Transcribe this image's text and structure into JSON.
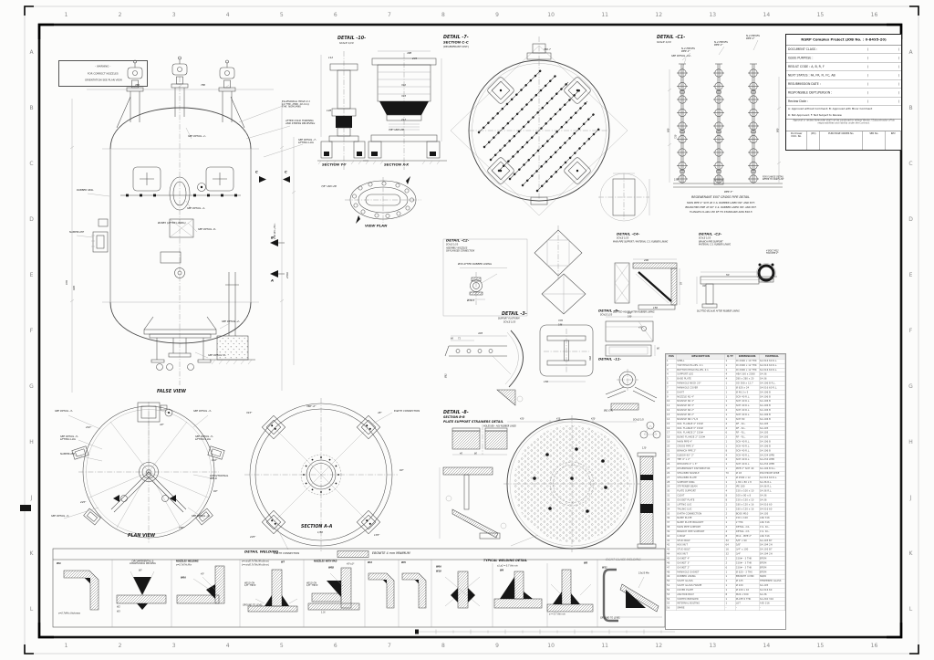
{
  "sheet": {
    "cols": [
      "1",
      "2",
      "3",
      "4",
      "5",
      "6",
      "7",
      "8",
      "9",
      "10",
      "11",
      "12",
      "13",
      "14",
      "15",
      "16"
    ],
    "rows": [
      "A",
      "B",
      "C",
      "D",
      "E",
      "F",
      "G",
      "H",
      "J",
      "K",
      "L"
    ]
  },
  "warning_box": {
    "l1": "- WARNING -",
    "l2": "FOR CORRECT NOZZLES",
    "l3": "ORIENTATION SEE PLAN VIEW"
  },
  "false_view": {
    "caption": "FALSE VIEW",
    "callouts": {
      "head_note": "ELLIPSOIDAL HEAD 2:1\n12 THK. (MIN. 10 mm)\nTHK. NOM./MIN.",
      "stress_note": "AFTER COLD FORMING\nAND STRESS RELIEVING",
      "lifting_lug": "SEE DETAIL -7-\nLIFTING LUG",
      "d1": "SEE DETAIL -1-",
      "d9": "SEE DETAIL -9-",
      "d4": "SEE DETAIL -4-",
      "d2": "SEE DETAIL -2-",
      "d8": "SEE DETAIL -8-",
      "manhole": "Ø2985 (AFTER LINING)",
      "rubber": "RUBBER SEAL",
      "nameplate": "NAMEPLATE",
      "dim_top1": "780",
      "dim_top2": "780",
      "dim_r1": "250 W.L./N.L.",
      "dim_r2": "2700",
      "dim_l1": "970",
      "dim_l2": "905",
      "sa": "A",
      "sb": "B",
      "sc1": "C",
      "sc2": "C"
    }
  },
  "plan_view": {
    "caption": "PLAN VIEW",
    "callouts": {
      "d3": "SEE DETAIL -3-",
      "d5": "SEE DETAIL -5-\nLIFTING LUG",
      "nameplate": "NAMEPLATE",
      "lw": "LONGITUDINAL\nWELD",
      "a210": "210°",
      "a225": "225°",
      "a150": "150°",
      "a110": "110°",
      "a90": "90°",
      "a40": "40°"
    }
  },
  "section_aa": {
    "caption": "SECTION A-A",
    "scale": "1/50",
    "earth": "EARTH CONNECTION",
    "angles": {
      "a0": "360°-0°",
      "a45": "45°",
      "a90": "90°",
      "a135": "135°",
      "a225": "225°",
      "a315": "315°"
    }
  },
  "detail_10": {
    "title": "DETAIL -10-",
    "scale": "SCALE 1/10",
    "sec_yy": "SECTION Y-Y",
    "sec_xx": "SECTION X-X",
    "view_plan": "VIEW PLAN",
    "unc": "7/8\" UNC-2B",
    "dims": {
      "d498": "498",
      "d245": "245",
      "d342": "342",
      "d343": "343",
      "d217": "217",
      "d112": "112",
      "d128": "128"
    }
  },
  "detail_7": {
    "title": "DETAIL -7-",
    "sub": "SECTION C-C",
    "sub2": "(REGENERANT DIST.)",
    "dim": "350.7"
  },
  "detail_c1": {
    "title": "DETAIL -C1-",
    "scale": "SCALE 1/10",
    "see_c2": "SEE DETAIL -C2-",
    "pieces": "N.4 PIECES\nPIPE 2\"",
    "pipe3": "PIPE 3\"",
    "flange_note": "FOR FLANGE DETAIL\nREFER TO PART LIST",
    "cap1": "REGENERANT EXIT CROSS PIPE DETAIL",
    "cap2": "MAIN PIPE 4\" SCH 40 C.S. RUBBER LINED INT. AND EXT.",
    "cap3": "BRANCHED PIPE AT 60° C.S. RUBBER LINED INT. AND EXT.",
    "cap4": "FLANGES CLASS 150 RF TO STANDARD ANSI B16.5",
    "dims": {
      "d900": "900",
      "d720": "720",
      "d800": "800",
      "d150": "150"
    }
  },
  "detail_c2": {
    "title": "DETAIL -C2-",
    "scale": "SCALE 1/10",
    "sub1": "ASSEMBLY NOZZLES",
    "sub2": "ON FLANGED CONNECTION",
    "note": "Ø30 AFTER RUBBER LINING",
    "dia": "Ø36.5"
  },
  "detail_c4": {
    "title": "DETAIL -C4-",
    "scale": "SCALE 1/10",
    "sub": "MAIN PIPE SUPPORT / MATERIAL C.S. RUBBER LINING",
    "note": "SLOTTED HOLES AFTER RUBBER LINING",
    "d200": "200",
    "d150": "150",
    "d55": "55"
  },
  "detail_c3": {
    "title": "DETAIL -C3-",
    "scale": "SCALE 1/10",
    "sub1": "BRANCH PIPE SUPPORT",
    "sub2": "MATERIAL C.S. RUBBER LINING",
    "bolt": "4 BOLT M12\nFOR PIPE 2\"",
    "d50": "50",
    "d30": "30",
    "note": "SLOTTED Ø13x30 AFTER RUBBER LINING"
  },
  "detail_3": {
    "title": "DETAIL -3-",
    "sub1": "SUPPORT PLATFORM",
    "sub2": "SCALE 1/10",
    "dims": {
      "d403": "403",
      "d66": "66",
      "d71": "71",
      "d370": "370",
      "d186": "186",
      "d302": "302",
      "d150": "150",
      "d62": "Ø62"
    }
  },
  "detail_6": {
    "title": "DETAIL -6-",
    "scale": "SCALE 1/10",
    "d200": "200",
    "d180": "180",
    "d60": "60",
    "a45": "45°"
  },
  "detail_11": {
    "title": "DETAIL -11-",
    "dim": "Ø62 (54)"
  },
  "detail_8": {
    "title": "DETAIL -8-",
    "sub1": "SECTION B-B",
    "sub2": "PLATE SUPPORT STRAINERS DETAIL",
    "note": "HOLES Ø8 - AISI RUBBER LINED",
    "scale5": "SCALE 1/5",
    "d420a": "420",
    "d415": "415",
    "d420b": "420",
    "d40": "40",
    "d60": "60",
    "d120": "120"
  },
  "welding": {
    "header": "DETAIL WELDING",
    "ebonite": "EBONITE 4 mm MINIMUM",
    "p1": {
      "w": "W1",
      "note": "a=0.7xMin.thickness"
    },
    "p2": {
      "title": "CIRCUMFERENTIAL &\nLONGITUDINAL WELDING",
      "w2": "W2",
      "w3": "W3",
      "angle": "60°"
    },
    "p3": {
      "title": "NOZZLES WELDING",
      "sub": "a=0.7xThk.Min",
      "w": "W6A",
      "angle": "45°"
    },
    "p4": {
      "na": "a=min(0.7xThk.Min;6mm)",
      "nb": "b=min(0.7xThk.Min;6mm)",
      "w": "W7",
      "weldon": "WELD ON\n1/8\" THICK",
      "ground": "GROUND TO LEVEL"
    },
    "p5": {
      "title": "NOZZLES WITH PAD",
      "w": "W6B",
      "angle": "45°±5°",
      "weldon": "WELD ON\n1/8\" THICK",
      "dim": "1.5t"
    },
    "p6": {
      "w": "W4"
    },
    "p7": {
      "w": "W5"
    },
    "p8": {
      "title": "TYPICAL WELDING DETAIL",
      "sub": "a1,a2 = 0.7 thk min",
      "wa": "W6A",
      "wb": "W10",
      "wc": "W9",
      "wd": "W8",
      "note": "a = 0.7 thk min"
    },
    "p9": {
      "title": "SIGHT GLASS WELDING",
      "w": "W11",
      "dim": "15x10 Min",
      "ground": "GROUND TO LEVEL"
    }
  },
  "title_block": {
    "project": "NSRP Complex Project (JOB No. : 0-8495-20)",
    "paren_l": "(",
    "paren_r": ")",
    "rows": [
      "DOCUMENT CLASS :",
      "ISSUE PURPOSE :",
      "RESULT CODE :   A, B, R, F",
      "NEXT STATUS :   FA, FR, FI, FC, AB",
      "RESUBMISSION DATE :",
      "RESPONSIBLE DEPT./PERSON :",
      "Review Date :"
    ],
    "note1": "A: Approved without Comment; B: Approved with Minor Comment",
    "note2": "R: Not Approved;  F: Not Subject to Review",
    "fine": "Approval or review hereunder shall not be construed to relieve Vendor / Subcontractor of his responsibilities and liability under the Contract.",
    "footer": [
      "Purchaser\nDOC. No.",
      "(PO)",
      "PURCHASE ORDER No.",
      "SER No.",
      "REV"
    ]
  },
  "parts_list": {
    "headers": [
      "POS",
      "DESCRIPTION",
      "Q.TY",
      "DIMENSIONS",
      "MATERIAL"
    ],
    "rows": [
      [
        "1",
        "SHELL",
        "1",
        "ID 2900 x 10 THK",
        "SA-516 60 R.L."
      ],
      [
        "2",
        "TOP HEAD ELLIPS. 2:1",
        "1",
        "ID 2900 x 12 THK",
        "SA-516 60 R.L."
      ],
      [
        "3",
        "BOTTOM HEAD ELLIPS. 2:1",
        "1",
        "ID 2900 x 12 THK",
        "SA-516 60 R.L."
      ],
      [
        "4",
        "SUPPORT LEG",
        "4",
        "HEA 160 x 2380",
        "SA-36"
      ],
      [
        "5",
        "BASE PLATE",
        "4",
        "280 x 280 x 20",
        "SA-36"
      ],
      [
        "6",
        "MANHOLE NECK 20\"",
        "1",
        "OD 508 x 12.7",
        "SA-106 B R.L."
      ],
      [
        "7",
        "MANHOLE COVER",
        "1",
        "Ø 620 x 24",
        "SA-516 60 R.L."
      ],
      [
        "8",
        "DAVIT",
        "1",
        "Ø 48.3 x 5",
        "SA-106 B"
      ],
      [
        "9",
        "NOZZLE N1 4\"",
        "1",
        "SCH 40 R.L.",
        "SA-106 B"
      ],
      [
        "10",
        "NOZZLE N2 4\"",
        "1",
        "SCH 40 R.L.",
        "SA-106 B"
      ],
      [
        "11",
        "NOZZLE N3 3\"",
        "1",
        "SCH 40 R.L.",
        "SA-106 B"
      ],
      [
        "12",
        "NOZZLE N4 2\"",
        "2",
        "SCH 40 R.L.",
        "SA-106 B"
      ],
      [
        "13",
        "NOZZLE N5 2\"",
        "1",
        "SCH 40 R.L.",
        "SA-106 B"
      ],
      [
        "14",
        "NOZZLE N6 1\"1/2",
        "1",
        "SCH 80",
        "SA-106 B"
      ],
      [
        "15",
        "W.N. FLANGE 4\" 150#",
        "2",
        "RF - R.L.",
        "SA-105"
      ],
      [
        "16",
        "W.N. FLANGE 3\" 150#",
        "2",
        "RF - R.L.",
        "SA-105"
      ],
      [
        "17",
        "W.N. FLANGE 2\" 150#",
        "6",
        "RF - R.L.",
        "SA-105"
      ],
      [
        "18",
        "BLIND FLANGE 2\" 150#",
        "2",
        "RF - R.L.",
        "SA-105"
      ],
      [
        "19",
        "MAIN PIPE 4\"",
        "1",
        "SCH 40 R.L.",
        "SA-106 B"
      ],
      [
        "20",
        "CROSS PIPE 3\"",
        "1",
        "SCH 40 R.L.",
        "SA-106 B"
      ],
      [
        "21",
        "BRANCH PIPE 2\"",
        "8",
        "SCH 40 R.L.",
        "SA-106 B"
      ],
      [
        "22",
        "ELBOW 90° 2\"",
        "4",
        "SCH 40 R.L.",
        "SA-234 WPB"
      ],
      [
        "23",
        "TEE 4\" x 2\"",
        "2",
        "SCH 40 R.L.",
        "SA-234 WPB"
      ],
      [
        "24",
        "REDUCER 4\" x 3\"",
        "1",
        "SCH 40 R.L.",
        "SA-234 WPB"
      ],
      [
        "25",
        "REGENERANT DISTRIBUTOR",
        "1",
        "PIPE 2\" SCH 40",
        "SA-106 B R.L."
      ],
      [
        "26",
        "STRAINER NOZZLE",
        "70",
        "Ø 18",
        "POLYPROPYLENE"
      ],
      [
        "27",
        "STRAINER PLATE",
        "1",
        "Ø 2590 x 12",
        "SA-516 60 R.L."
      ],
      [
        "28",
        "SUPPORT RING",
        "1",
        "L 80 x 80 x 8",
        "SA-36 R.L."
      ],
      [
        "29",
        "STIFFENER BEAM",
        "2",
        "IPE 180",
        "SA-36 R.L."
      ],
      [
        "30",
        "PLATE SUPPORT",
        "4",
        "150 x 100 x 10",
        "SA-36 R.L."
      ],
      [
        "31",
        "CLEAT",
        "8",
        "100 x 80 x 8",
        "SA-36"
      ],
      [
        "32",
        "GUSSET PLATE",
        "8",
        "150 x 150 x 10",
        "SA-36"
      ],
      [
        "33",
        "LIFTING LUG",
        "2",
        "180 x 120 x 16",
        "SA-516 60"
      ],
      [
        "34",
        "TAILING LUG",
        "1",
        "180 x 120 x 16",
        "SA-516 60"
      ],
      [
        "35",
        "EARTH CONNECTION",
        "2",
        "BOSS M10",
        "SA-105"
      ],
      [
        "36",
        "NAME PLATE",
        "1",
        "150 x 100",
        "AISI 316"
      ],
      [
        "37",
        "NAME PLATE BRACKET",
        "1",
        "2 THK",
        "AISI 316"
      ],
      [
        "38",
        "MAIN PIPE SUPPORT",
        "2",
        "DETAIL -C4-",
        "C.S. R.L."
      ],
      [
        "39",
        "BRANCH PIPE SUPPORT",
        "4",
        "DETAIL -C3-",
        "C.S. R.L."
      ],
      [
        "40",
        "U-BOLT",
        "8",
        "M12 - PIPE 2\"",
        "AISI 316"
      ],
      [
        "41",
        "STUD BOLT",
        "32",
        "5/8\" x 90",
        "SA-193 B7"
      ],
      [
        "42",
        "HEX NUT",
        "64",
        "5/8\"",
        "SA-194 2H"
      ],
      [
        "43",
        "STUD BOLT",
        "16",
        "3/4\" x 100",
        "SA-193 B7"
      ],
      [
        "44",
        "HEX NUT",
        "32",
        "3/4\"",
        "SA-194 2H"
      ],
      [
        "45",
        "GASKET 4\"",
        "2",
        "150# - 3 THK",
        "EPDM"
      ],
      [
        "46",
        "GASKET 3\"",
        "2",
        "150# - 3 THK",
        "EPDM"
      ],
      [
        "47",
        "GASKET 2\"",
        "6",
        "150# - 3 THK",
        "EPDM"
      ],
      [
        "48",
        "MANHOLE GASKET",
        "1",
        "Ø 620 - 3 THK",
        "EPDM"
      ],
      [
        "49",
        "RUBBER LINING",
        "1",
        "EBONITE 4 MIN",
        "NR/IR"
      ],
      [
        "50",
        "SIGHT GLASS",
        "1",
        "Ø 125",
        "TEMPERED GLASS"
      ],
      [
        "51",
        "SIGHT GLASS FRAME",
        "1",
        "Ø 220",
        "SA-105"
      ],
      [
        "52",
        "COVER PLATE",
        "1",
        "Ø 220 x 10",
        "SA-516 60"
      ],
      [
        "53",
        "ANCHOR BOLT",
        "8",
        "M24 x 500",
        "SA-36"
      ],
      [
        "54",
        "VORTEX BREAKER",
        "1",
        "PLATE 6 THK",
        "SA-240 316"
      ],
      [
        "55",
        "INTERNAL BOLTING",
        "1",
        "LOT",
        "AISI 316"
      ],
      [
        "56",
        "SPARE",
        "-",
        "-",
        "-"
      ]
    ]
  }
}
